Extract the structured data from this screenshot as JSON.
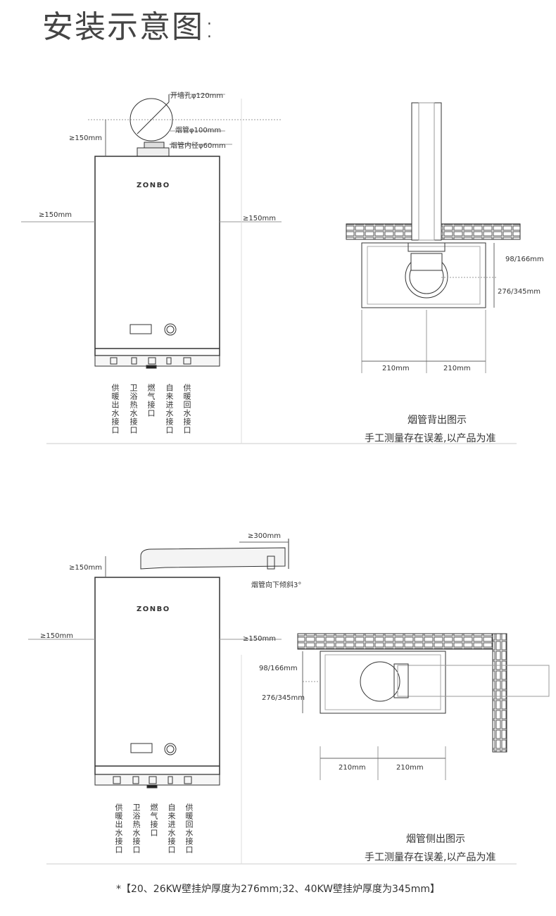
{
  "title": "安装示意图:",
  "brand": "ZONBO",
  "diagram1": {
    "hole": "开墙孔φ120mm",
    "pipe": "烟管φ100mm",
    "inner": "烟管内径φ60mm",
    "top_clear": "≥150mm",
    "left_clear": "≥150mm",
    "right_clear": "≥150mm",
    "connectors": [
      "供暖出水接口",
      "卫浴热水接口",
      "燃气接口",
      "自来进水接口",
      "供暖回水接口"
    ],
    "dim_a": "98/166mm",
    "dim_b": "276/345mm",
    "w1": "210mm",
    "w2": "210mm",
    "caption": "烟管背出图示",
    "note": "手工测量存在误差,以产品为准"
  },
  "diagram2": {
    "top_clear": "≥150mm",
    "pipe_clear": "≥300mm",
    "slope": "烟管向下倾斜3°",
    "left_clear": "≥150mm",
    "right_clear": "≥150mm",
    "connectors": [
      "供暖出水接口",
      "卫浴热水接口",
      "燃气接口",
      "自来进水接口",
      "供暖回水接口"
    ],
    "dim_a": "98/166mm",
    "dim_b": "276/345mm",
    "w1": "210mm",
    "w2": "210mm",
    "caption": "烟管侧出图示",
    "note": "手工测量存在误差,以产品为准"
  },
  "footnote": "*【20、26KW壁挂炉厚度为276mm;32、40KW壁挂炉厚度为345mm】",
  "colors": {
    "line": "#333333",
    "brick": "#555555",
    "dim": "#666666"
  }
}
